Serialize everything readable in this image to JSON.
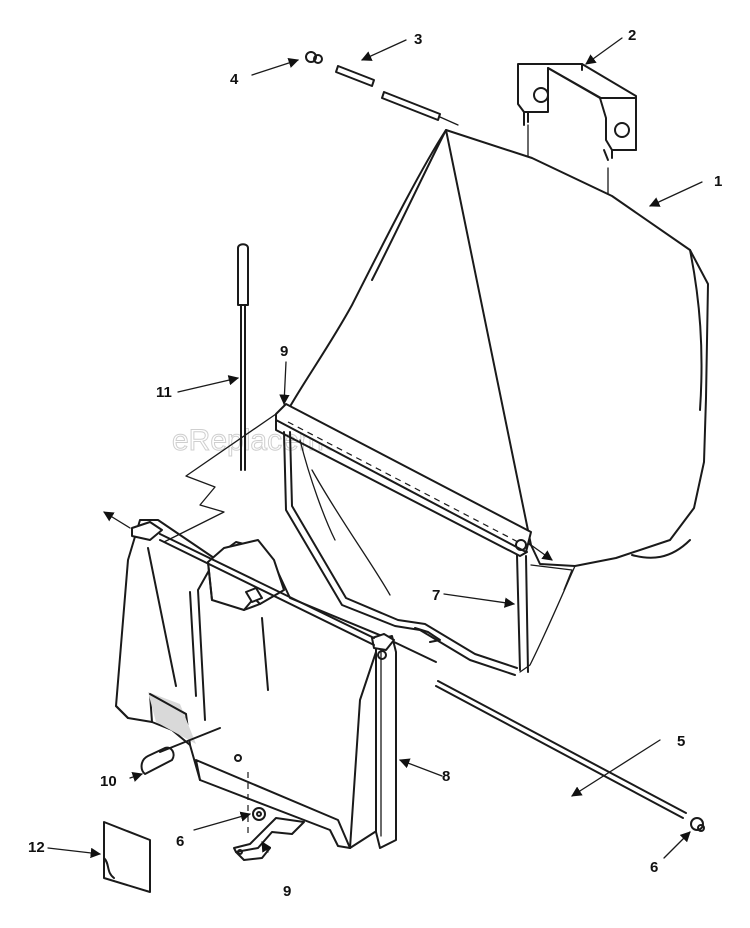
{
  "watermark": "eReplacementParts.com",
  "callouts": {
    "c1": "1",
    "c2": "2",
    "c3": "3",
    "c4": "4",
    "c5": "5",
    "c6a": "6",
    "c6b": "6",
    "c7": "7",
    "c8": "8",
    "c9a": "9",
    "c9b": "9",
    "c10": "10",
    "c11": "11",
    "c12": "12"
  }
}
